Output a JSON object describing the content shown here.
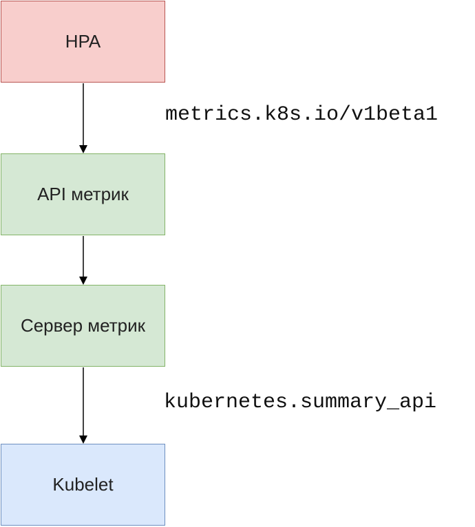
{
  "nodes": {
    "hpa": {
      "label": "HPA",
      "fill": "#f8cecc",
      "stroke": "#b85450"
    },
    "api": {
      "label": "API метрик",
      "fill": "#d5e8d4",
      "stroke": "#82b366"
    },
    "server": {
      "label": "Сервер метрик",
      "fill": "#d5e8d4",
      "stroke": "#82b366"
    },
    "kubelet": {
      "label": "Kubelet",
      "fill": "#dae8fc",
      "stroke": "#6c8ebf"
    }
  },
  "edges": {
    "hpa_to_api": {
      "label": "metrics.k8s.io/v1beta1"
    },
    "server_to_kubelet": {
      "label": "kubernetes.summary_api"
    }
  },
  "colors": {
    "arrow": "#000000",
    "background": "#ffffff"
  }
}
